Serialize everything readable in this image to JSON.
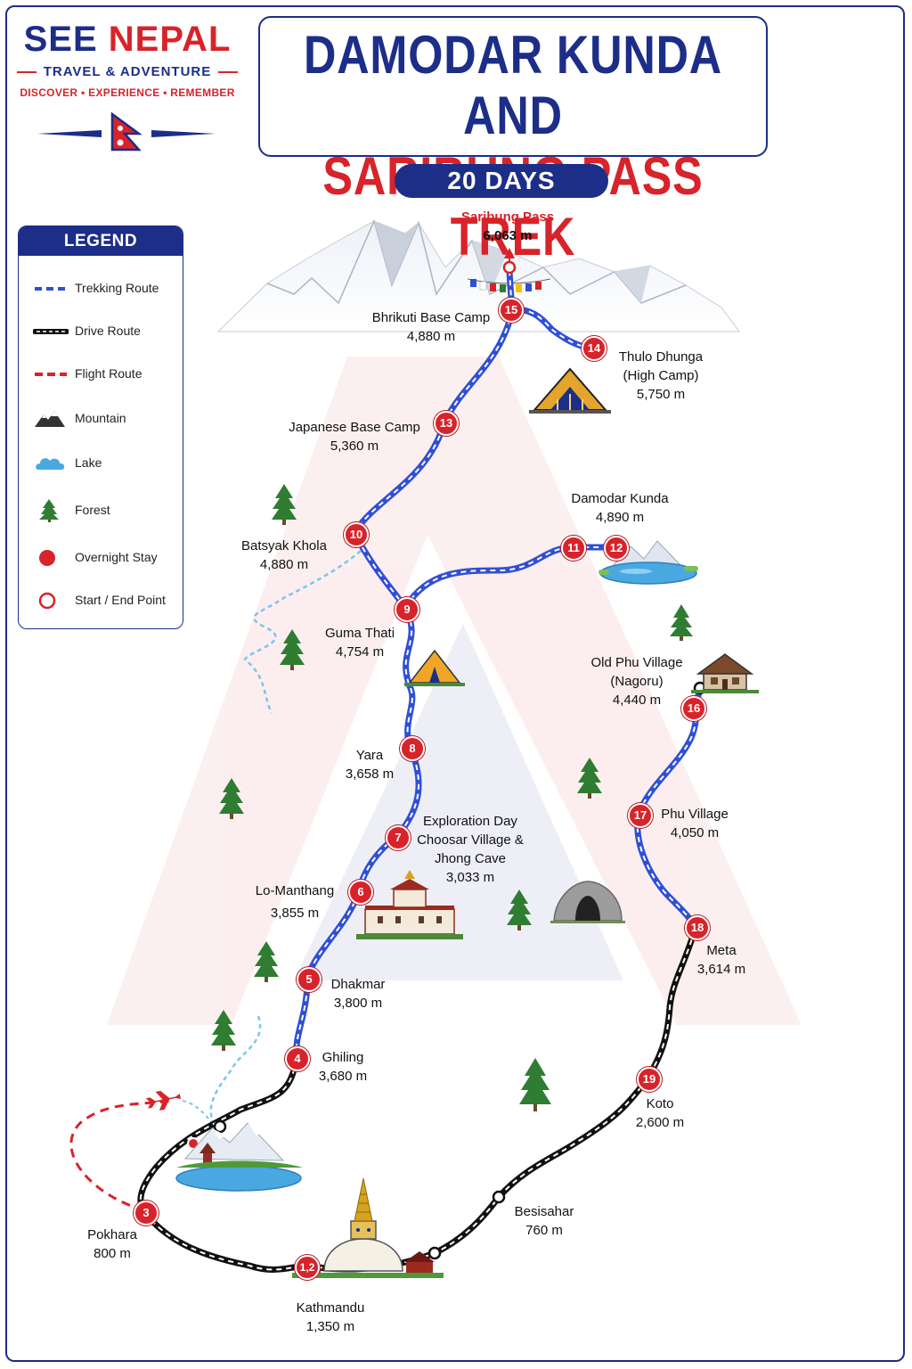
{
  "brand": {
    "name_part1": "SEE",
    "name_part2": "NEPAL",
    "subtitle": "TRAVEL & ADVENTURE",
    "tagline": "DISCOVER • EXPERIENCE • REMEMBER"
  },
  "title": {
    "line1": "DAMODAR KUNDA AND",
    "line2": "SARIBUNG PASS TREK"
  },
  "duration": "20 DAYS",
  "legend": {
    "heading": "LEGEND",
    "items": [
      {
        "label": "Trekking Route",
        "icon": "trek-route-line-icon"
      },
      {
        "label": "Drive Route",
        "icon": "drive-route-line-icon"
      },
      {
        "label": "Flight Route",
        "icon": "flight-route-line-icon"
      },
      {
        "label": "Mountain",
        "icon": "mountain-icon"
      },
      {
        "label": "Lake",
        "icon": "lake-icon"
      },
      {
        "label": "Forest",
        "icon": "forest-icon"
      },
      {
        "label": "Overnight Stay",
        "icon": "overnight-stay-icon"
      },
      {
        "label": "Start / End Point",
        "icon": "start-end-point-icon"
      }
    ]
  },
  "summit": {
    "name": "Saribung Pass",
    "elevation": "6,063 m"
  },
  "stops": [
    {
      "id": "kathmandu",
      "marker": "1,2",
      "name": "Kathmandu",
      "elevation": "1,350 m"
    },
    {
      "id": "pokhara",
      "marker": "3",
      "name": "Pokhara",
      "elevation": "800 m"
    },
    {
      "id": "ghiling",
      "marker": "4",
      "name": "Ghiling",
      "elevation": "3,680 m"
    },
    {
      "id": "dhakmar",
      "marker": "5",
      "name": "Dhakmar",
      "elevation": "3,800 m"
    },
    {
      "id": "lo-manthang",
      "marker": "6",
      "name": "Lo-Manthang",
      "elevation": "3,855 m"
    },
    {
      "id": "exploration",
      "marker": "7",
      "name_lines": [
        "Exploration Day",
        "Choosar Village &",
        "Jhong Cave"
      ],
      "elevation": "3,033 m"
    },
    {
      "id": "yara",
      "marker": "8",
      "name": "Yara",
      "elevation": "3,658 m"
    },
    {
      "id": "guma-thati",
      "marker": "9",
      "name": "Guma Thati",
      "elevation": "4,754 m"
    },
    {
      "id": "batsyak-khola",
      "marker": "10",
      "name": "Batsyak Khola",
      "elevation": "4,880 m"
    },
    {
      "id": "damodar-kunda",
      "marker": "11",
      "marker2": "12",
      "name": "Damodar Kunda",
      "elevation": "4,890 m"
    },
    {
      "id": "japanese-base-camp",
      "marker": "13",
      "name": "Japanese Base Camp",
      "elevation": "5,360 m"
    },
    {
      "id": "thulo-dhunga",
      "marker": "14",
      "name_lines": [
        "Thulo Dhunga",
        "(High Camp)"
      ],
      "elevation": "5,750 m"
    },
    {
      "id": "bhrikuti-base-camp",
      "marker": "15",
      "name": "Bhrikuti Base Camp",
      "elevation": "4,880 m"
    },
    {
      "id": "old-phu-village",
      "marker": "16",
      "name_lines": [
        "Old Phu Village",
        "(Nagoru)"
      ],
      "elevation": "4,440 m"
    },
    {
      "id": "phu-village",
      "marker": "17",
      "name": "Phu Village",
      "elevation": "4,050 m"
    },
    {
      "id": "meta",
      "marker": "18",
      "name": "Meta",
      "elevation": "3,614 m"
    },
    {
      "id": "koto",
      "marker": "19",
      "name": "Koto",
      "elevation": "2,600 m"
    },
    {
      "id": "besisahar",
      "name": "Besisahar",
      "elevation": "760 m"
    }
  ],
  "colors": {
    "navy": "#1c2e87",
    "red": "#d8232a",
    "trek_blue": "#2f4fd6",
    "lake_blue": "#4aa8e0",
    "forest_green": "#2e7d32"
  }
}
